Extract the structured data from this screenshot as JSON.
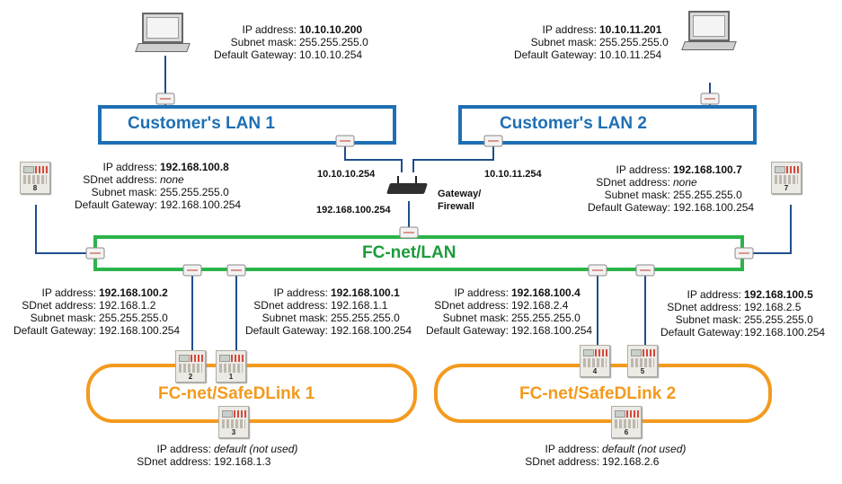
{
  "networks": {
    "lan1": "Customer's LAN 1",
    "lan2": "Customer's LAN 2",
    "fcnet": "FC-net/LAN",
    "sdl1": "FC-net/SafeDLink 1",
    "sdl2": "FC-net/SafeDLink 2"
  },
  "gateway": {
    "label_line1": "Gateway/",
    "label_line2": "Firewall",
    "ip_lan1": "10.10.10.254",
    "ip_lan2": "10.10.11.254",
    "ip_fcnet": "192.168.100.254"
  },
  "computers": {
    "pc1": {
      "rows": [
        {
          "label": "IP address:",
          "value": "10.10.10.200",
          "style": "bold"
        },
        {
          "label": "Subnet mask:",
          "value": "255.255.255.0",
          "style": "normal"
        },
        {
          "label": "Default Gateway:",
          "value": "10.10.10.254",
          "style": "normal"
        }
      ]
    },
    "pc2": {
      "rows": [
        {
          "label": "IP address:",
          "value": "10.10.11.201",
          "style": "bold"
        },
        {
          "label": "Subnet mask:",
          "value": "255.255.255.0",
          "style": "normal"
        },
        {
          "label": "Default Gateway:",
          "value": "10.10.11.254",
          "style": "normal"
        }
      ]
    }
  },
  "panels": {
    "p8": {
      "number": "8",
      "rows": [
        {
          "label": "IP address:",
          "value": "192.168.100.8",
          "style": "bold"
        },
        {
          "label": "SDnet address:",
          "value": "none",
          "style": "italic"
        },
        {
          "label": "Subnet mask:",
          "value": "255.255.255.0",
          "style": "normal"
        },
        {
          "label": "Default Gateway:",
          "value": "192.168.100.254",
          "style": "normal"
        }
      ]
    },
    "p7": {
      "number": "7",
      "rows": [
        {
          "label": "IP address:",
          "value": "192.168.100.7",
          "style": "bold"
        },
        {
          "label": "SDnet address:",
          "value": "none",
          "style": "italic"
        },
        {
          "label": "Subnet mask:",
          "value": "255.255.255.0",
          "style": "normal"
        },
        {
          "label": "Default Gateway:",
          "value": "192.168.100.254",
          "style": "normal"
        }
      ]
    },
    "p2": {
      "number": "2",
      "rows": [
        {
          "label": "IP address:",
          "value": "192.168.100.2",
          "style": "bold"
        },
        {
          "label": "SDnet address:",
          "value": "192.168.1.2",
          "style": "normal"
        },
        {
          "label": "Subnet mask:",
          "value": "255.255.255.0",
          "style": "normal"
        },
        {
          "label": "Default Gateway:",
          "value": "192.168.100.254",
          "style": "normal"
        }
      ]
    },
    "p1": {
      "number": "1",
      "rows": [
        {
          "label": "IP address:",
          "value": "192.168.100.1",
          "style": "bold"
        },
        {
          "label": "SDnet address:",
          "value": "192.168.1.1",
          "style": "normal"
        },
        {
          "label": "Subnet mask:",
          "value": "255.255.255.0",
          "style": "normal"
        },
        {
          "label": "Default Gateway:",
          "value": "192.168.100.254",
          "style": "normal"
        }
      ]
    },
    "p4": {
      "number": "4",
      "rows": [
        {
          "label": "IP address:",
          "value": "192.168.100.4",
          "style": "bold"
        },
        {
          "label": "SDnet address:",
          "value": "192.168.2.4",
          "style": "normal"
        },
        {
          "label": "Subnet mask:",
          "value": "255.255.255.0",
          "style": "normal"
        },
        {
          "label": "Default Gateway:",
          "value": "192.168.100.254",
          "style": "normal"
        }
      ]
    },
    "p5": {
      "number": "5",
      "rows": [
        {
          "label": "IP address:",
          "value": "192.168.100.5",
          "style": "bold"
        },
        {
          "label": "SDnet address:",
          "value": "192.168.2.5",
          "style": "normal"
        },
        {
          "label": "Subnet mask:",
          "value": "255.255.255.0",
          "style": "normal"
        },
        {
          "label": "Default Gateway:",
          "value": "192.168.100.254",
          "style": "normal"
        }
      ]
    },
    "p3": {
      "number": "3",
      "rows": [
        {
          "label": "IP address:",
          "value": "default (not used)",
          "style": "italic"
        },
        {
          "label": "SDnet address:",
          "value": "192.168.1.3",
          "style": "normal"
        }
      ]
    },
    "p6": {
      "number": "6",
      "rows": [
        {
          "label": "IP address:",
          "value": "default (not used)",
          "style": "italic"
        },
        {
          "label": "SDnet address:",
          "value": "192.168.2.6",
          "style": "normal"
        }
      ]
    }
  },
  "colors": {
    "customer_lan": "#1f6fb4",
    "fcnet_lan": "#1c9c3b",
    "safedlink": "#f39a1e",
    "wire": "#1f4e8c"
  }
}
